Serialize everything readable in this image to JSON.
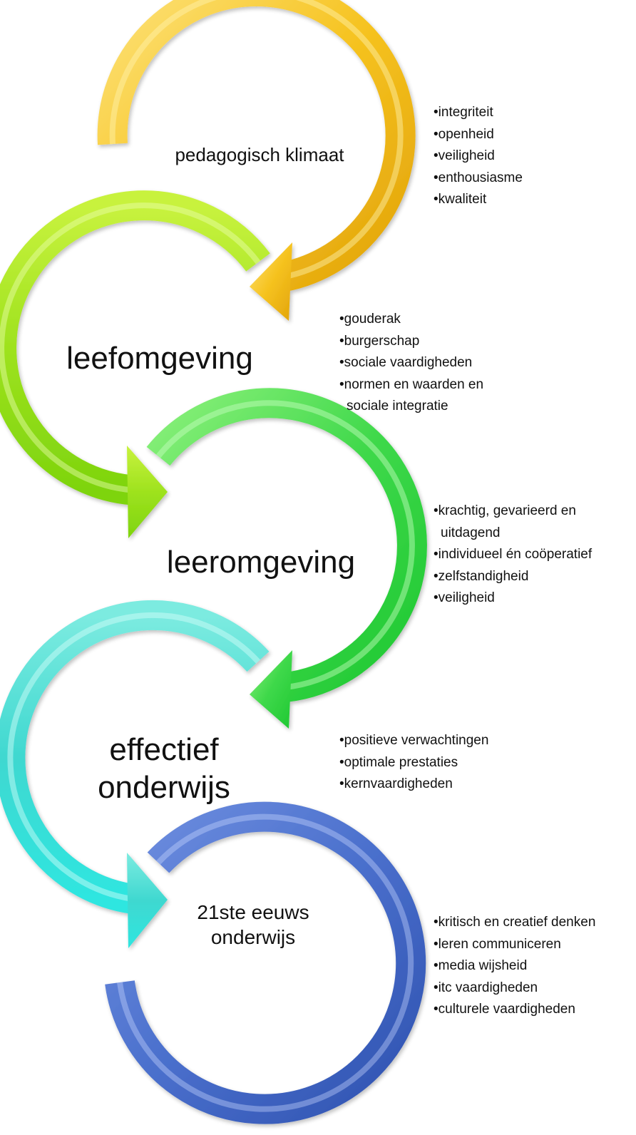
{
  "stages": [
    {
      "title_lines": [
        "pedagogisch klimaat"
      ],
      "color": "#f5c21b",
      "items": [
        "integriteit",
        "openheid",
        "veiligheid",
        "enthousiasme",
        "kwaliteit"
      ]
    },
    {
      "title_lines": [
        "leefomgeving"
      ],
      "color": "#9ee21e",
      "items": [
        "gouderak",
        "burgerschap",
        "sociale vaardigheden",
        "normen en waarden en sociale integratie"
      ]
    },
    {
      "title_lines": [
        "leeromgeving"
      ],
      "color": "#3ad84a",
      "items": [
        "krachtig, gevarieerd en uitdagend",
        "individueel én coöperatief",
        "zelfstandigheid",
        "veiligheid"
      ]
    },
    {
      "title_lines": [
        "effectief",
        "onderwijs"
      ],
      "color": "#3fd8d0",
      "items": [
        "positieve verwachtingen",
        "optimale prestaties",
        "kernvaardigheden"
      ]
    },
    {
      "title_lines": [
        "21ste eeuws",
        "onderwijs"
      ],
      "color": "#4a6fcc",
      "items": [
        "kritisch en creatief denken",
        "leren communiceren",
        "media wijsheid",
        "itc vaardigheden",
        "culturele vaardigheden"
      ]
    }
  ]
}
